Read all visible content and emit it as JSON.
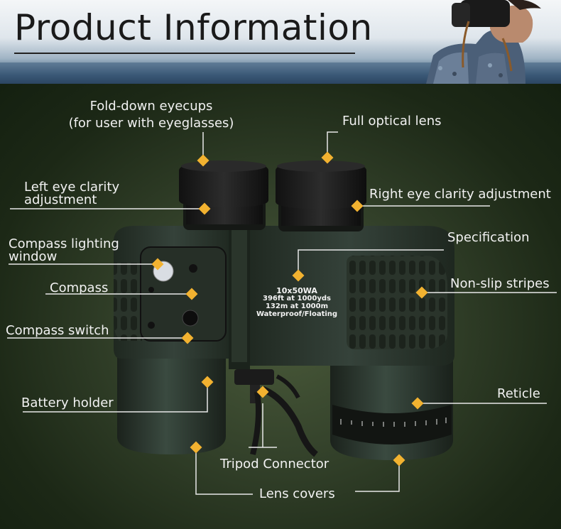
{
  "header": {
    "title": "Product Information"
  },
  "specification_text": {
    "line1": "10x50WA",
    "line2": "396ft at 1000yds",
    "line3": "132m at 1000m",
    "line4": "Waterproof/Floating"
  },
  "labels": {
    "fold_down_eyecups_1": "Fold-down eyecups",
    "fold_down_eyecups_2": "(for user with eyeglasses)",
    "full_optical_lens": "Full optical lens",
    "left_eye_1": "Left eye clarity",
    "left_eye_2": "adjustment",
    "right_eye": "Right eye clarity adjustment",
    "compass_lighting_1": "Compass lighting",
    "compass_lighting_2": "window",
    "specification": "Specification",
    "compass": "Compass",
    "non_slip_stripes": "Non-slip stripes",
    "compass_switch": "Compass switch",
    "battery_holder": "Battery holder",
    "reticle": "Reticle",
    "tripod_connector": "Tripod Connector",
    "lens_covers": "Lens covers"
  },
  "colors": {
    "accent": "#f2b230",
    "label_text": "#f2f2f2",
    "body_green": "#2f3b2e"
  }
}
